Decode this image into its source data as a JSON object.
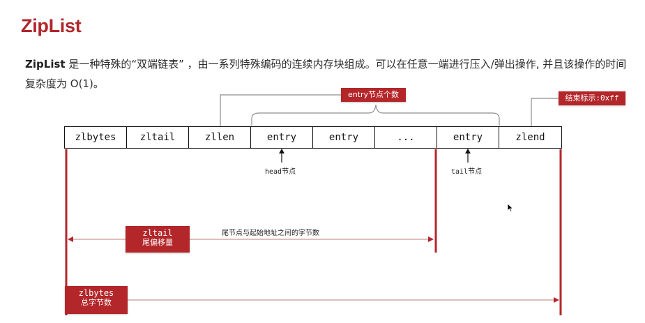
{
  "title": "ZipList",
  "description": {
    "keyword": "ZipList",
    "text": " 是一种特殊的“双端链表” ，由一系列特殊编码的连续内存块组成。可以在任意一端进行压入/弹出操作, 并且该操作的时间复杂度为 O(1)。"
  },
  "cells": [
    "zlbytes",
    "zltail",
    "zllen",
    "entry",
    "entry",
    "...",
    "entry",
    "zlend"
  ],
  "tags": {
    "entry_count": "entry节点个数",
    "end_marker": "结束标示:0xff",
    "zltail_name": "zltail",
    "zltail_desc": "尾偏移量",
    "zlbytes_name": "zlbytes",
    "zlbytes_desc": "总字节数"
  },
  "labels": {
    "head": "head节点",
    "tail": "tail节点",
    "tail_offset_desc": "尾节点与起始地址之间的字节数"
  },
  "colors": {
    "title": "#b0262a",
    "accent_red": "#b3262a",
    "line_gray": "#8e8e8e"
  }
}
